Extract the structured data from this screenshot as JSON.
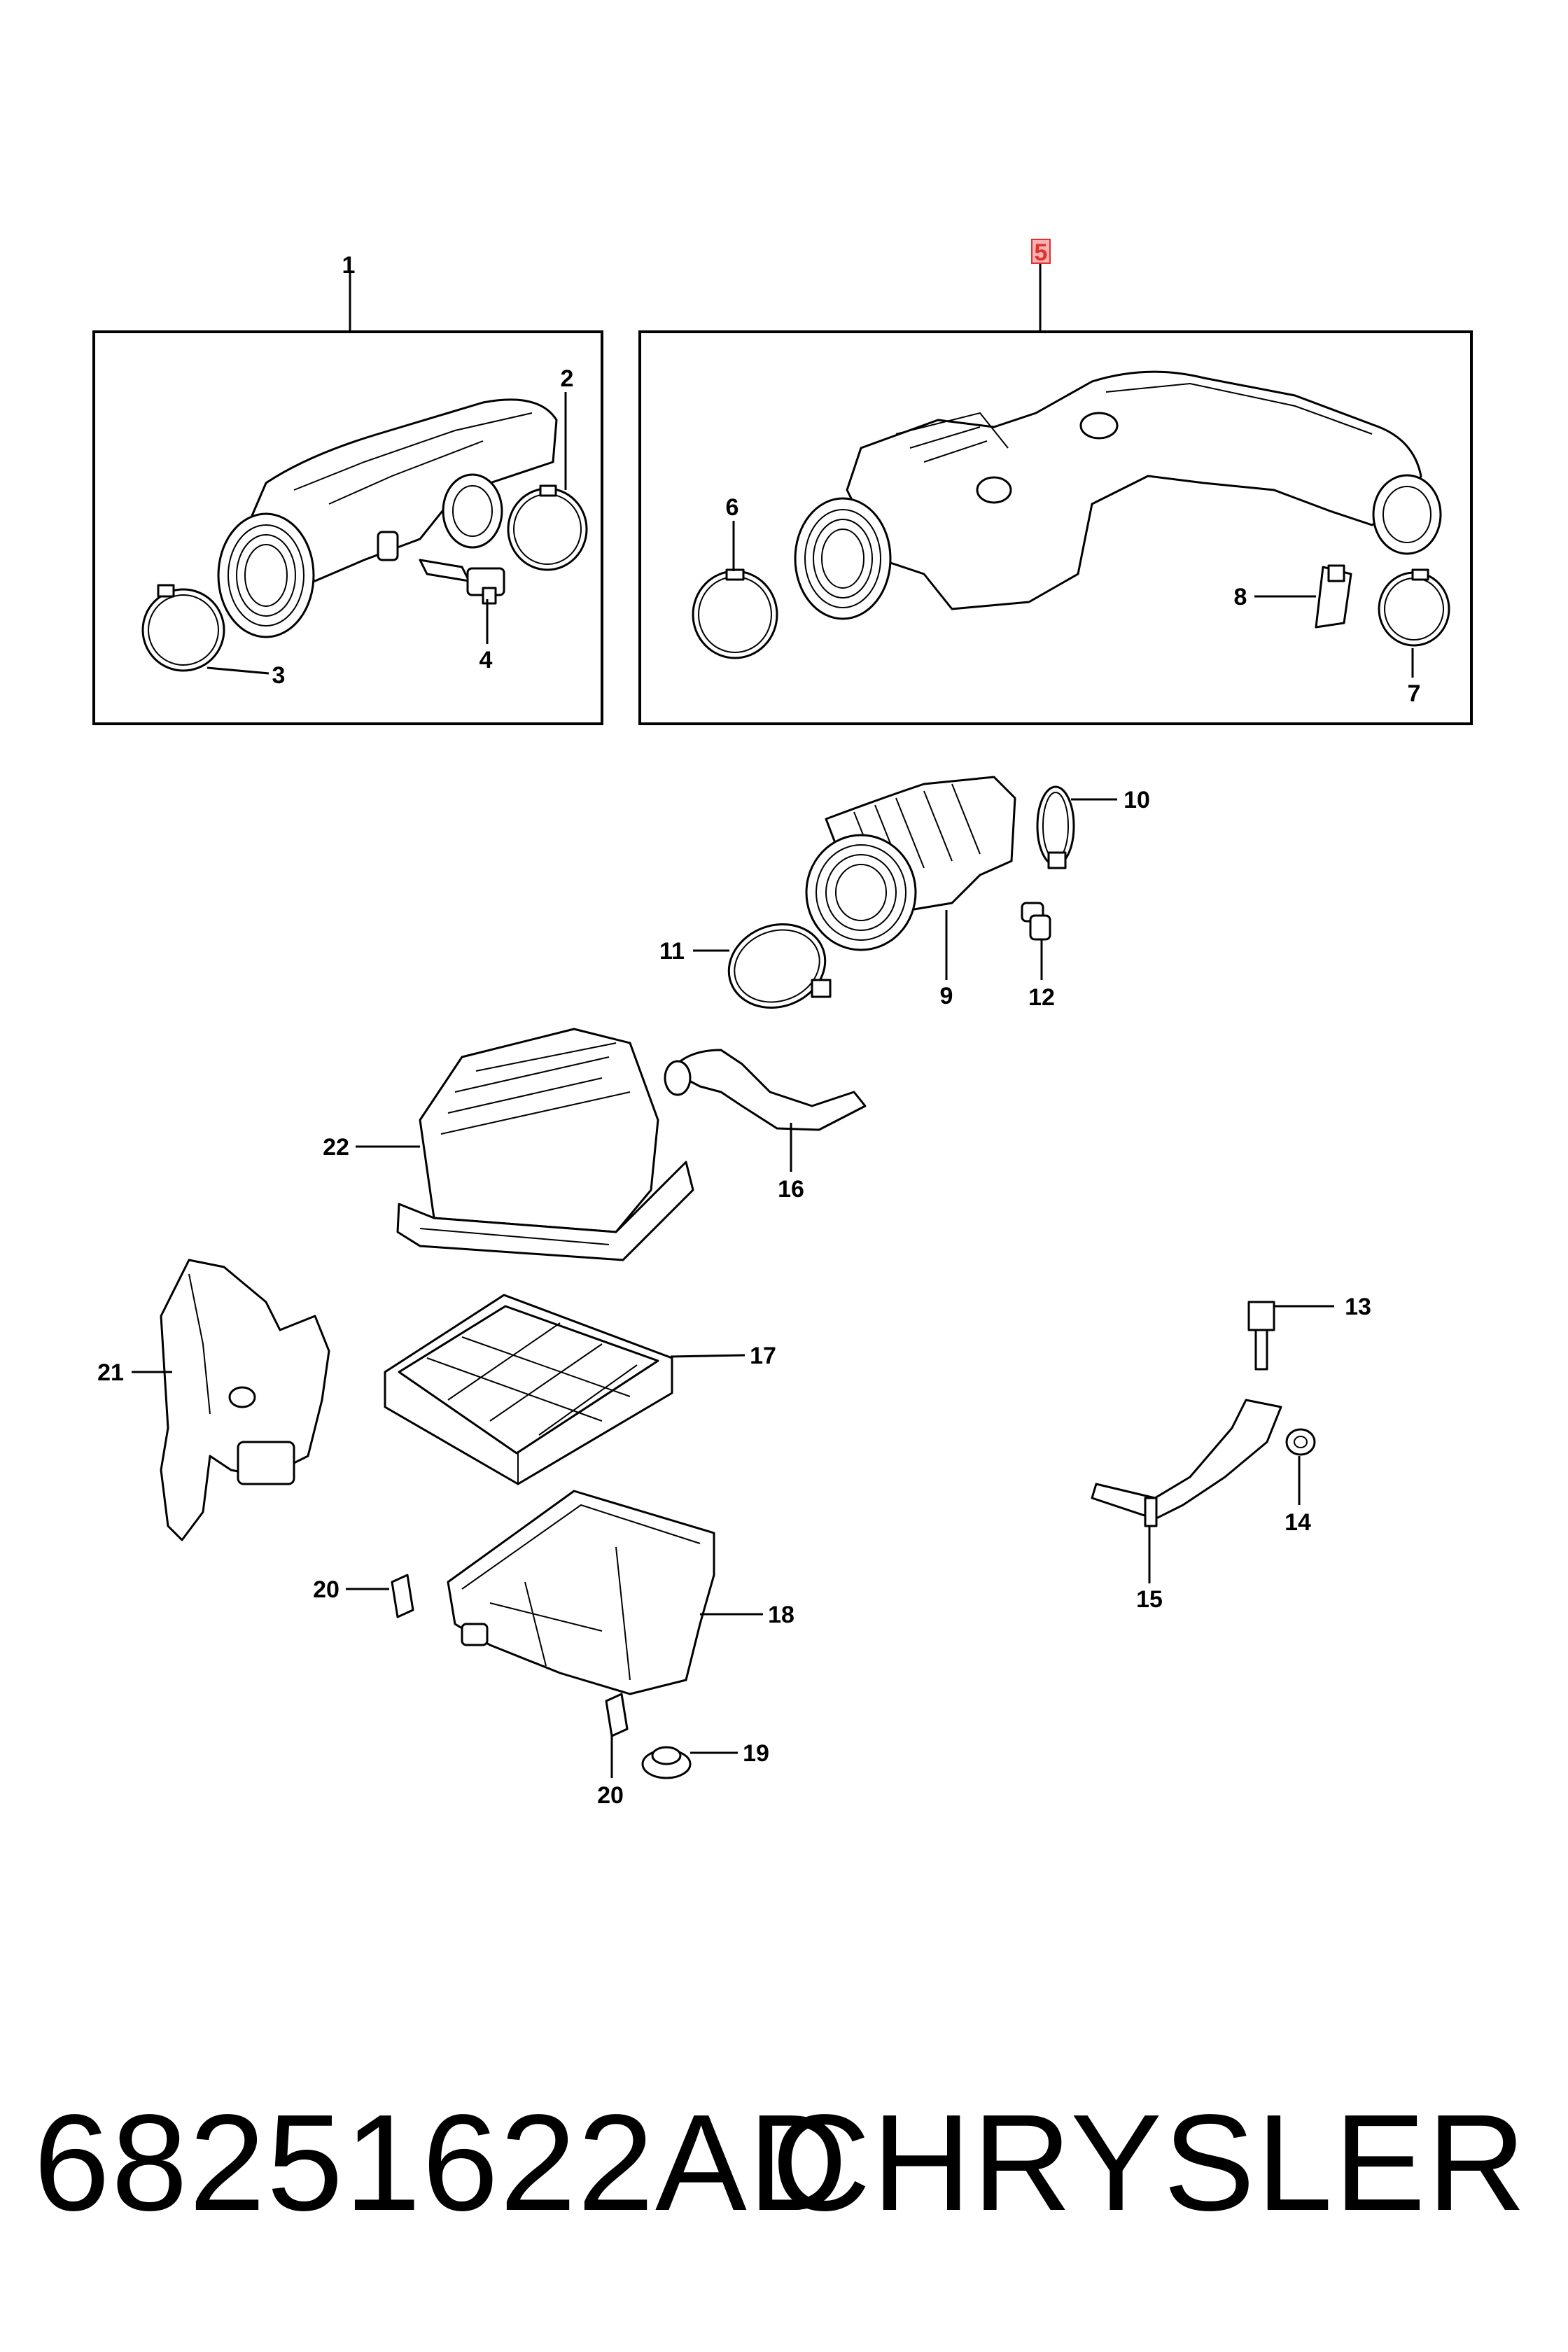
{
  "callouts": {
    "c1": "1",
    "c2": "2",
    "c3": "3",
    "c4": "4",
    "c5": "5",
    "c6": "6",
    "c7": "7",
    "c8": "8",
    "c9": "9",
    "c10": "10",
    "c11": "11",
    "c12": "12",
    "c13": "13",
    "c14": "14",
    "c15": "15",
    "c16": "16",
    "c17": "17",
    "c18": "18",
    "c19": "19",
    "c20a": "20",
    "c20b": "20",
    "c21": "21",
    "c22": "22"
  },
  "highlight_color": "#e0312f",
  "footer": {
    "part_number": "68251622AD",
    "brand": "CHRYSLER"
  }
}
